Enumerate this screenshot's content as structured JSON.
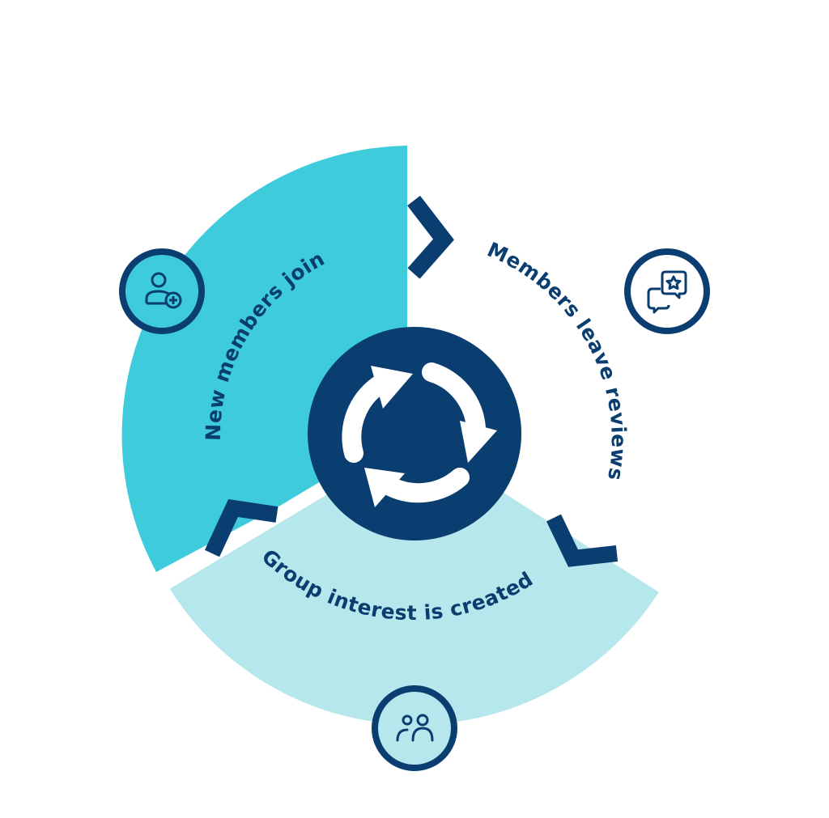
{
  "diagram": {
    "type": "cycle",
    "colors": {
      "navy": "#0a3d70",
      "teal": "#3ecbdb",
      "light": "#b6e7ec",
      "white": "#ffffff"
    },
    "center": {
      "icon": "cycle-arrows-icon"
    },
    "steps": [
      {
        "id": "new-members-join",
        "label": "New members join",
        "icon": "user-add-icon",
        "fill": "teal"
      },
      {
        "id": "members-leave-reviews",
        "label": "Members leave reviews",
        "icon": "chat-star-icon",
        "fill": "white"
      },
      {
        "id": "group-interest-created",
        "label": "Group interest is created",
        "icon": "group-icon",
        "fill": "light"
      }
    ]
  }
}
